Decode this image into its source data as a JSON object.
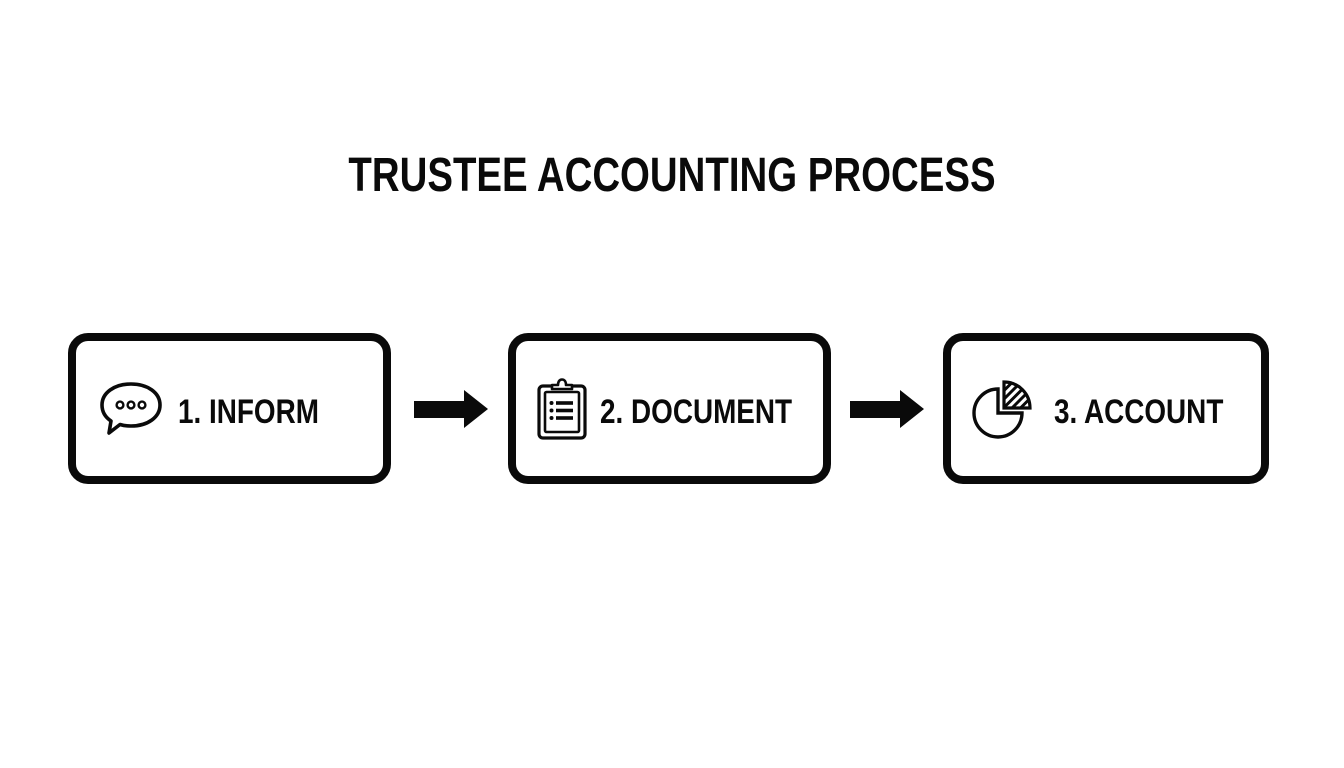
{
  "diagram": {
    "title": "TRUSTEE ACCOUNTING PROCESS",
    "colors": {
      "stroke": "#0a0a0a",
      "background": "#ffffff"
    },
    "steps": [
      {
        "number": 1,
        "label": "1. INFORM",
        "icon": "speech-bubble-icon"
      },
      {
        "number": 2,
        "label": "2. DOCUMENT",
        "icon": "clipboard-list-icon"
      },
      {
        "number": 3,
        "label": "3. ACCOUNT",
        "icon": "pie-chart-icon"
      }
    ],
    "connectors": [
      {
        "from": 1,
        "to": 2,
        "icon": "arrow-right-icon"
      },
      {
        "from": 2,
        "to": 3,
        "icon": "arrow-right-icon"
      }
    ]
  }
}
